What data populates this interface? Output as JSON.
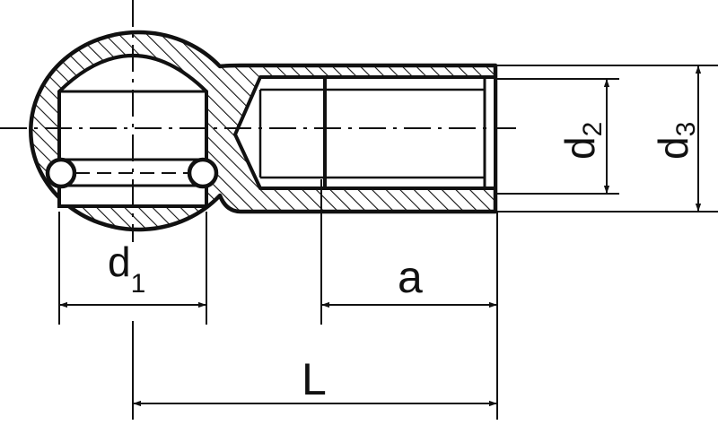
{
  "labels": {
    "d1": {
      "main": "d",
      "sub": "1"
    },
    "d2": {
      "main": "d",
      "sub": "2"
    },
    "d3": {
      "main": "d",
      "sub": "3"
    },
    "a": "a",
    "L": "L"
  },
  "colors": {
    "line": "#111111",
    "background": "#ffffff"
  }
}
